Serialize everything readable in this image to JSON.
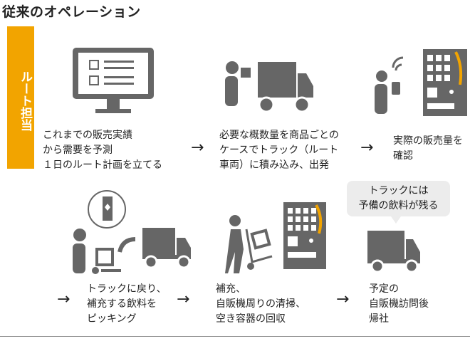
{
  "title": "従来のオペレーション",
  "role_label": "ルート担当",
  "colors": {
    "accent": "#f2a400",
    "icon": "#666666"
  },
  "steps": [
    {
      "text": "これまでの販売実績\nから需要を予測\n１日のルート計画を立てる",
      "icon": "monitor-checklist-icon"
    },
    {
      "text": "必要な概数量を商品ごとの\nケースでトラック（ルート\n車両）に積み込み、出発",
      "icon": "worker-truck-icon"
    },
    {
      "text": "実際の販売量を\n確認",
      "icon": "worker-vending-machine-icon"
    },
    {
      "text": "トラックに戻り、\n補充する飲料を\nピッキング",
      "icon": "picking-truck-icon"
    },
    {
      "text": "補充、\n自販機周りの清掃、\n空き容器の回収",
      "icon": "worker-cart-vending-icon"
    },
    {
      "text": "予定の\n自販機訪問後\n帰社",
      "icon": "truck-icon"
    }
  ],
  "bubble": "トラックには\n予備の飲料が残る",
  "arrow": "→"
}
